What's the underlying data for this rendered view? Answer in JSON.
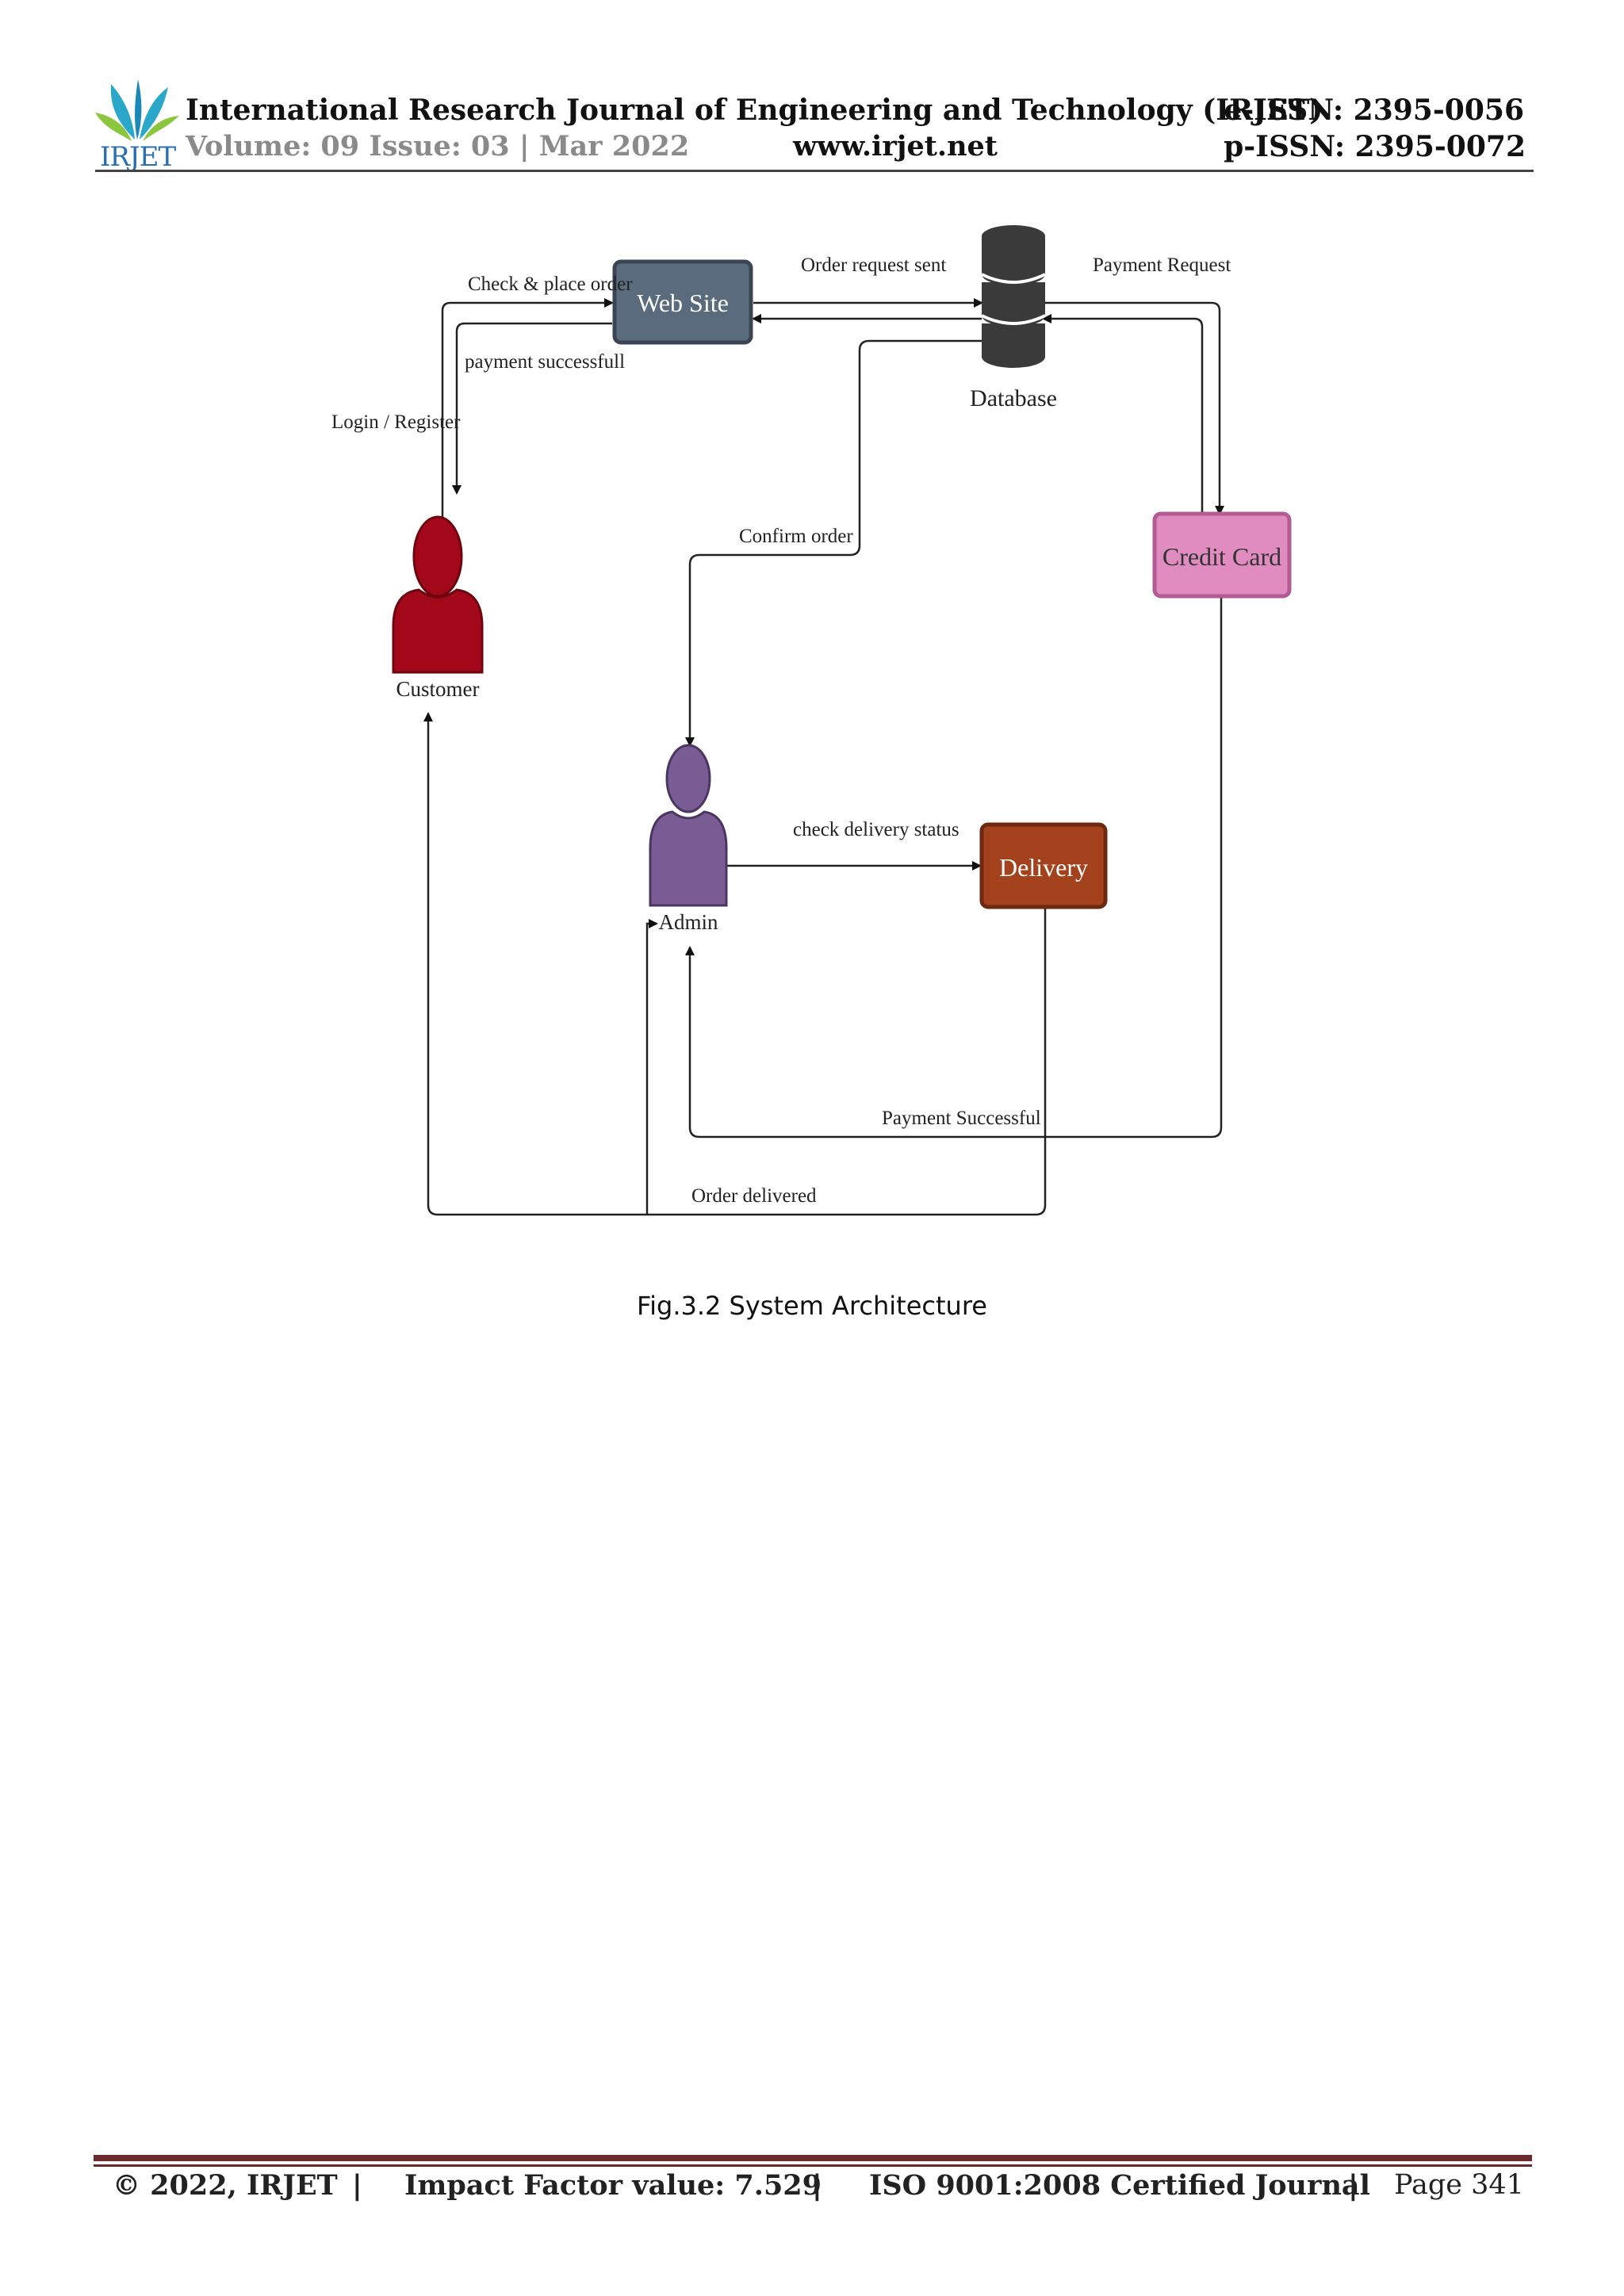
{
  "header": {
    "logo_text": "IRJET",
    "journal_title": "International Research Journal of Engineering and Technology (IRJET)",
    "volume_issue": "Volume: 09 Issue: 03 | Mar 2022",
    "website": "www.irjet.net",
    "e_issn": "e-ISSN: 2395-0056",
    "p_issn": "p-ISSN: 2395-0072"
  },
  "diagram": {
    "nodes": {
      "website": "Web Site",
      "database": "Database",
      "credit_card": "Credit Card",
      "customer": "Customer",
      "admin": "Admin",
      "delivery": "Delivery"
    },
    "edges": {
      "check_place_order": "Check  & place order",
      "payment_successfull": "payment successfull",
      "login_register": "Login / Register",
      "order_request_sent": "Order request sent",
      "payment_request": "Payment Request",
      "confirm_order": "Confirm order",
      "check_delivery_status": "check delivery status",
      "payment_successful": "Payment Successful",
      "order_delivered": "Order  delivered"
    },
    "colors": {
      "website_fill": "#5a6b7e",
      "credit_card_fill": "#e08cc0",
      "customer_fill": "#a3071a",
      "admin_fill": "#7a5c95",
      "delivery_fill": "#a3421c",
      "database_fill": "#3a3a3a"
    }
  },
  "caption": "Fig.3.2 System Architecture",
  "footer": {
    "copyright": "© 2022, IRJET",
    "sep1": "|",
    "impact": "Impact Factor value: 7.529",
    "sep2": "|",
    "iso": "ISO 9001:2008 Certified Journal",
    "sep3": "|",
    "page": "Page 341"
  }
}
